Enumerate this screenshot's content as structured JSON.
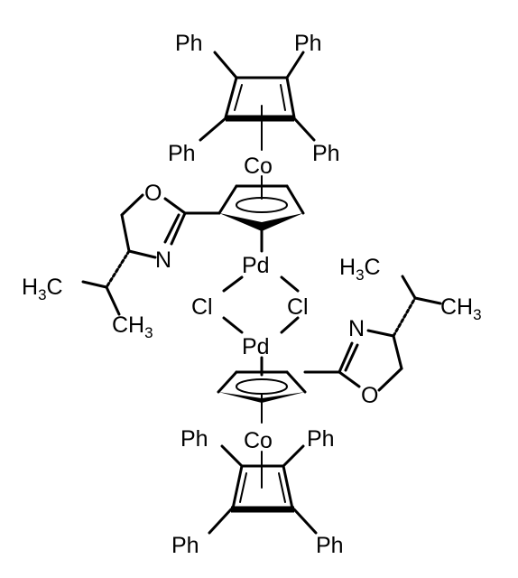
{
  "molecule": {
    "labels": {
      "ph": "Ph",
      "co": "Co",
      "pd": "Pd",
      "cl": "Cl",
      "o": "O",
      "n": "N",
      "h3c_prefix": "H",
      "h3c_sub": "3",
      "h3c_suffix": "C",
      "ch3_prefix": "CH",
      "ch3_sub": "3"
    }
  }
}
